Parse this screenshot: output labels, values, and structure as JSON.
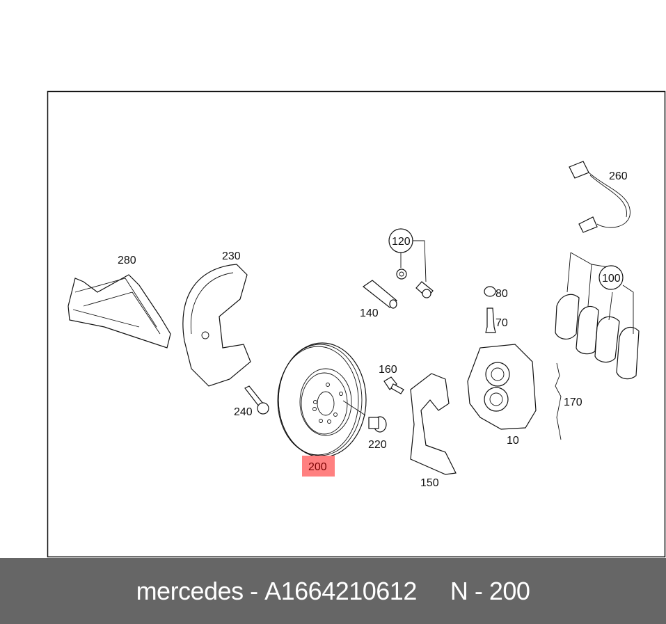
{
  "diagram": {
    "highlight_color": "#ff8080",
    "callouts": [
      {
        "id": "280",
        "label": "280"
      },
      {
        "id": "230",
        "label": "230"
      },
      {
        "id": "120",
        "label": "120",
        "circled": true
      },
      {
        "id": "140",
        "label": "140"
      },
      {
        "id": "80",
        "label": "80"
      },
      {
        "id": "70",
        "label": "70"
      },
      {
        "id": "100",
        "label": "100",
        "circled": true
      },
      {
        "id": "260",
        "label": "260"
      },
      {
        "id": "160",
        "label": "160"
      },
      {
        "id": "240",
        "label": "240"
      },
      {
        "id": "220",
        "label": "220"
      },
      {
        "id": "200",
        "label": "200",
        "highlighted": true
      },
      {
        "id": "150",
        "label": "150"
      },
      {
        "id": "10",
        "label": "10"
      },
      {
        "id": "170",
        "label": "170"
      }
    ]
  },
  "footer": {
    "brand": "mercedes",
    "separator": " - ",
    "part_number": "A1664210612",
    "position_prefix": "N - ",
    "position": "200"
  }
}
